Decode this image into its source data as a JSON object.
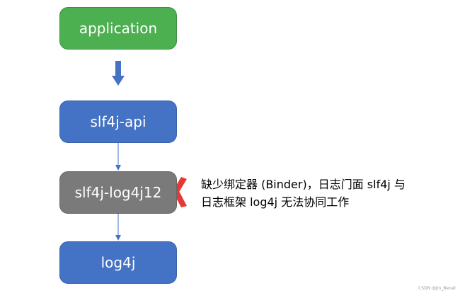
{
  "nodes": {
    "application": "application",
    "api": "slf4j-api",
    "binder": "slf4j-log4j12",
    "impl": "log4j"
  },
  "annotation": {
    "line1": "缺少绑定器 (Binder)，日志门面 slf4j 与",
    "line2": "日志框架 log4j 无法协同工作"
  },
  "watermark": "CSDN @Jin_Benet",
  "colors": {
    "application": "#4caf50",
    "blue": "#4472c4",
    "binder_missing": "#7a7a7a",
    "cross_mark": "#e53935",
    "arrow": "#4472c4"
  },
  "icons": {
    "missing_marker": "cross-mark-icon"
  }
}
